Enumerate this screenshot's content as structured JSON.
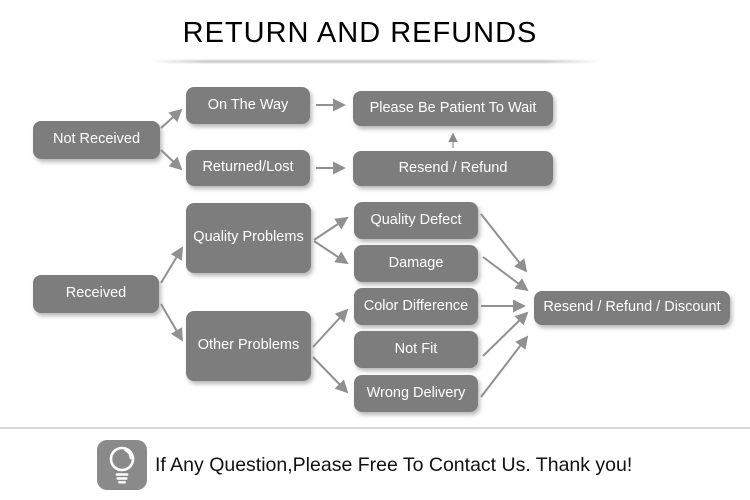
{
  "title": "RETURN AND REFUNDS",
  "flowchart": {
    "nodes": {
      "not_received": "Not Received",
      "on_the_way": "On The Way",
      "returned_lost": "Returned/Lost",
      "please_wait": "Please Be Patient To Wait",
      "resend_refund": "Resend / Refund",
      "received": "Received",
      "quality_problems": "Quality Problems",
      "other_problems": "Other Problems",
      "quality_defect": "Quality Defect",
      "damage": "Damage",
      "color_difference": "Color Difference",
      "not_fit": "Not Fit",
      "wrong_delivery": "Wrong Delivery",
      "resend_refund_discount": "Resend / Refund / Discount"
    },
    "edges": [
      {
        "from": "not_received",
        "to": "on_the_way"
      },
      {
        "from": "not_received",
        "to": "returned_lost"
      },
      {
        "from": "on_the_way",
        "to": "please_wait"
      },
      {
        "from": "returned_lost",
        "to": "resend_refund"
      },
      {
        "from": "resend_refund",
        "to": "please_wait"
      },
      {
        "from": "received",
        "to": "quality_problems"
      },
      {
        "from": "received",
        "to": "other_problems"
      },
      {
        "from": "quality_problems",
        "to": "quality_defect"
      },
      {
        "from": "quality_problems",
        "to": "damage"
      },
      {
        "from": "other_problems",
        "to": "color_difference"
      },
      {
        "from": "other_problems",
        "to": "wrong_delivery"
      },
      {
        "from": "quality_defect",
        "to": "resend_refund_discount"
      },
      {
        "from": "damage",
        "to": "resend_refund_discount"
      },
      {
        "from": "color_difference",
        "to": "resend_refund_discount"
      },
      {
        "from": "not_fit",
        "to": "resend_refund_discount"
      },
      {
        "from": "wrong_delivery",
        "to": "resend_refund_discount"
      }
    ]
  },
  "footer": {
    "icon": "lightbulb-icon",
    "message": "If Any Question,Please Free To Contact Us. Thank you!"
  },
  "colors": {
    "box_fill": "#7d7d7d",
    "box_text": "#ffffff",
    "arrow": "#909090",
    "divider": "#d9d9d9",
    "title": "#000000"
  }
}
